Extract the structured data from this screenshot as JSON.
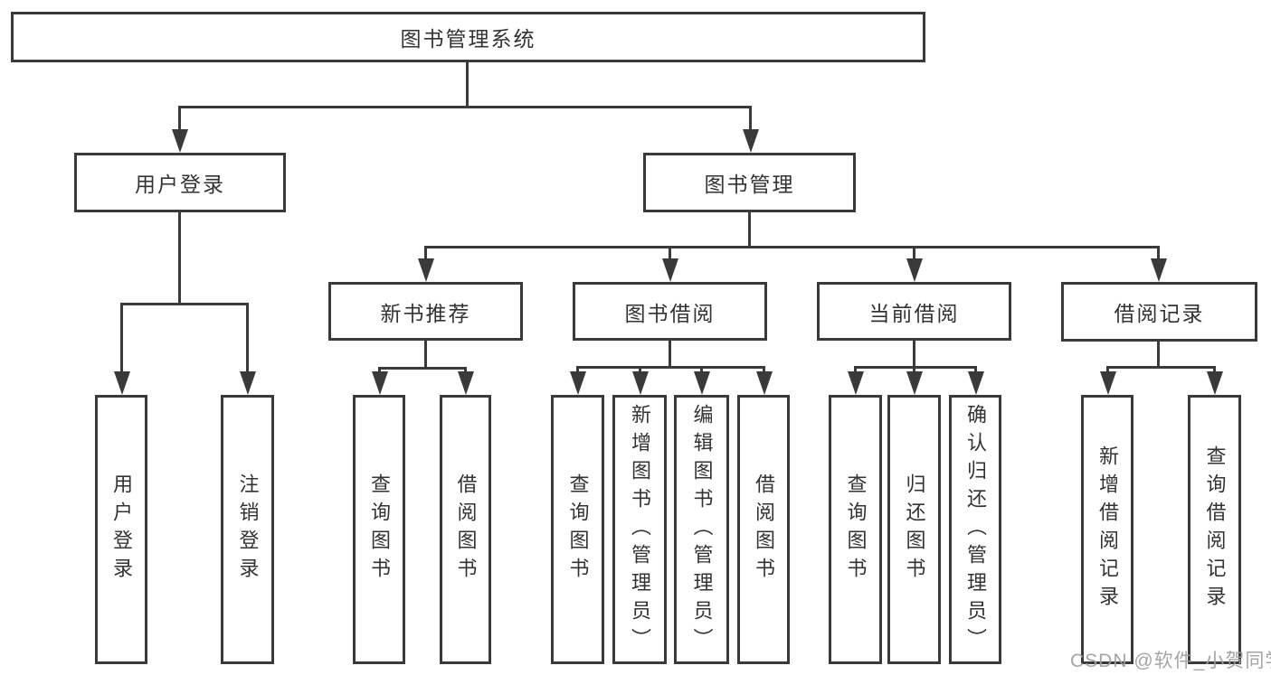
{
  "diagram": {
    "type": "hierarchy-flowchart",
    "watermark": "CSDN @软件_小贺同学",
    "colors": {
      "line": "#3a3a3a",
      "text": "#333333",
      "box_fill": "#ffffff",
      "watermark": "#9e9e9e",
      "background": "#ffffff"
    },
    "tree": {
      "label": "图书管理系统",
      "children": [
        {
          "label": "用户登录",
          "children": [
            {
              "label": "用户登录"
            },
            {
              "label": "注销登录"
            }
          ]
        },
        {
          "label": "图书管理",
          "children": [
            {
              "label": "新书推荐",
              "children": [
                {
                  "label": "查询图书"
                },
                {
                  "label": "借阅图书"
                }
              ]
            },
            {
              "label": "图书借阅",
              "children": [
                {
                  "label": "查询图书"
                },
                {
                  "label": "新增图书（管理员）"
                },
                {
                  "label": "编辑图书（管理员）"
                },
                {
                  "label": "借阅图书"
                }
              ]
            },
            {
              "label": "当前借阅",
              "children": [
                {
                  "label": "查询图书"
                },
                {
                  "label": "归还图书"
                },
                {
                  "label": "确认归还（管理员）"
                }
              ]
            },
            {
              "label": "借阅记录",
              "children": [
                {
                  "label": "新增借阅记录"
                },
                {
                  "label": "查询借阅记录"
                }
              ]
            }
          ]
        }
      ]
    }
  }
}
